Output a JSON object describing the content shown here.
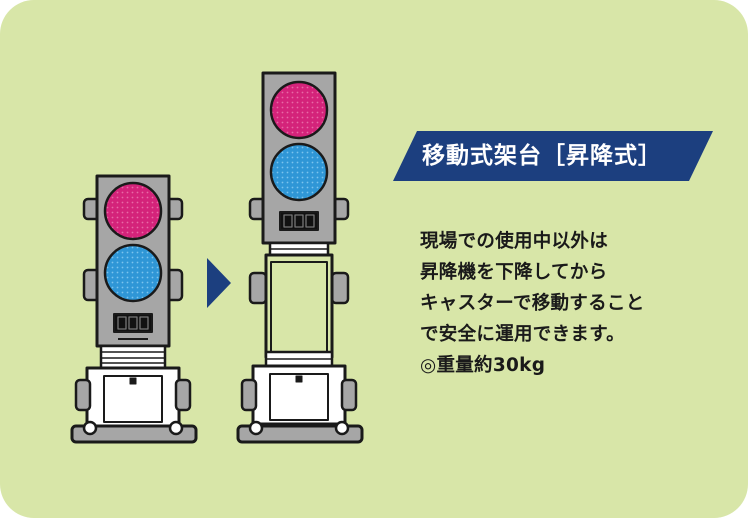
{
  "title": "移動式架台［昇降式］",
  "description": [
    "現場での使用中以外は",
    "昇降機を下降してから",
    "キャスターで移動すること",
    "で安全に運用できます。",
    "◎重量約30kg"
  ],
  "icons": {
    "arrow": "arrow-right-icon",
    "signal": "traffic-signal-icon",
    "stand": "mobile-stand-icon"
  },
  "colors": {
    "background": "#d8e6a8",
    "banner": "#1c3f7f",
    "arrow": "#1c3f7f",
    "red_lamp": "#d4237a",
    "blue_lamp": "#2f96d6",
    "body_gray": "#a6a6a6",
    "frame_dark": "#1a1a1a"
  }
}
